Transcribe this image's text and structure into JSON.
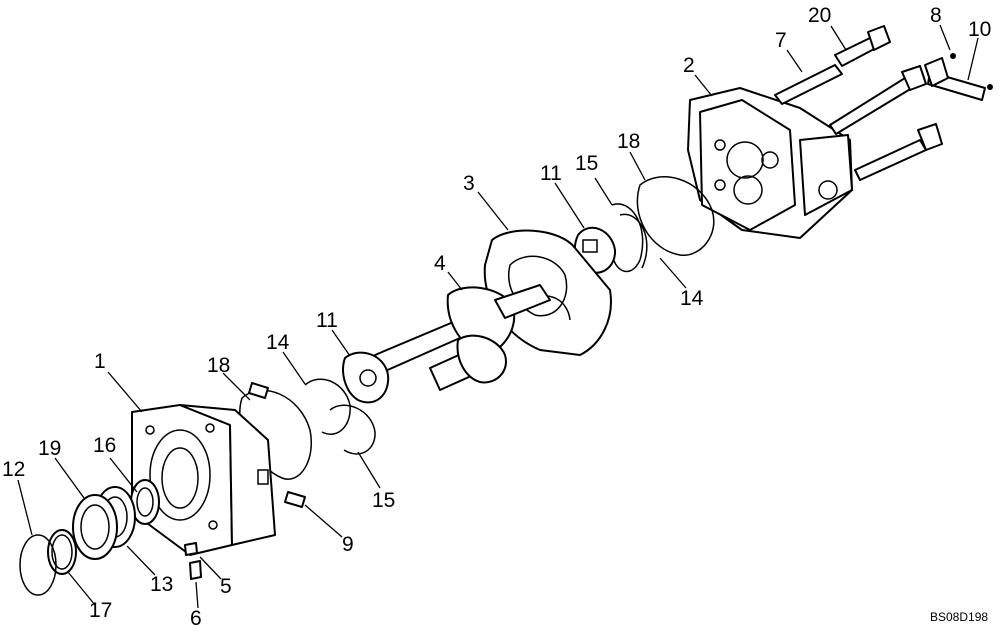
{
  "diagram": {
    "reference_code": "BS08D198",
    "callouts": [
      {
        "id": "c1",
        "label": "1"
      },
      {
        "id": "c2",
        "label": "2"
      },
      {
        "id": "c3",
        "label": "3"
      },
      {
        "id": "c4",
        "label": "4"
      },
      {
        "id": "c5",
        "label": "5"
      },
      {
        "id": "c6",
        "label": "6"
      },
      {
        "id": "c7",
        "label": "7"
      },
      {
        "id": "c8",
        "label": "8"
      },
      {
        "id": "c9",
        "label": "9"
      },
      {
        "id": "c10",
        "label": "10"
      },
      {
        "id": "c11a",
        "label": "11"
      },
      {
        "id": "c11b",
        "label": "11"
      },
      {
        "id": "c12",
        "label": "12"
      },
      {
        "id": "c13",
        "label": "13"
      },
      {
        "id": "c14a",
        "label": "14"
      },
      {
        "id": "c14b",
        "label": "14"
      },
      {
        "id": "c15a",
        "label": "15"
      },
      {
        "id": "c15b",
        "label": "15"
      },
      {
        "id": "c16",
        "label": "16"
      },
      {
        "id": "c17",
        "label": "17"
      },
      {
        "id": "c18a",
        "label": "18"
      },
      {
        "id": "c18b",
        "label": "18"
      },
      {
        "id": "c19",
        "label": "19"
      },
      {
        "id": "c20",
        "label": "20"
      }
    ]
  }
}
